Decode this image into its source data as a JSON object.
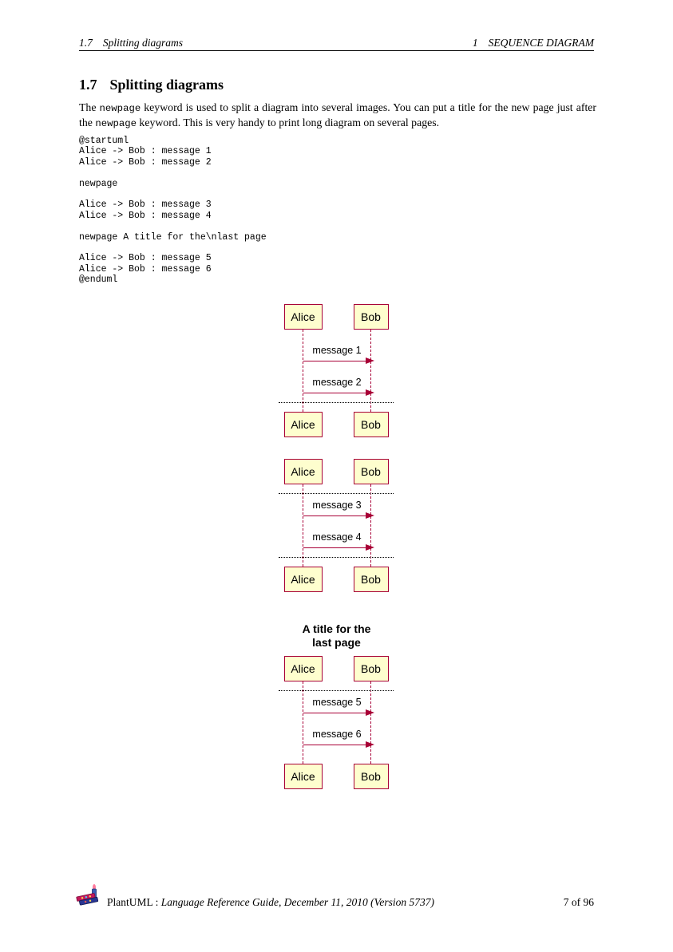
{
  "header": {
    "left_number": "1.7",
    "left_title": "Splitting diagrams",
    "right_number": "1",
    "right_title": "SEQUENCE DIAGRAM"
  },
  "section": {
    "number": "1.7",
    "title": "Splitting diagrams"
  },
  "paragraph": {
    "segments": [
      {
        "text": "The "
      },
      {
        "text": "newpage"
      },
      {
        "text": " keyword is used to split a diagram into several images. You can put a title for the new page just after the "
      },
      {
        "text": "newpage"
      },
      {
        "text": " keyword. This is very handy to print long diagram on several pages."
      }
    ]
  },
  "code_block": "@startuml\nAlice -> Bob : message 1\nAlice -> Bob : message 2\n\nnewpage\n\nAlice -> Bob : message 3\nAlice -> Bob : message 4\n\nnewpage A title for the\\nlast page\n\nAlice -> Bob : message 5\nAlice -> Bob : message 6\n@enduml",
  "diagrams": [
    {
      "actors": {
        "left": "Alice",
        "right": "Bob"
      },
      "messages": [
        "message 1",
        "message 2"
      ]
    },
    {
      "actors": {
        "left": "Alice",
        "right": "Bob"
      },
      "messages": [
        "message 3",
        "message 4"
      ]
    },
    {
      "title_lines": [
        "A title for the",
        "last page"
      ],
      "actors": {
        "left": "Alice",
        "right": "Bob"
      },
      "messages": [
        "message 5",
        "message 6"
      ]
    }
  ],
  "colors": {
    "actor_fill": "#FEFECE",
    "actor_border": "#A80036",
    "arrow": "#A80036",
    "separator": "#000000"
  },
  "footer": {
    "brand": "PlantUML",
    "separator": ":",
    "document_title": "Language Reference Guide, December 11, 2010 (Version 5737)",
    "page_indicator": "7 of 96",
    "logo_icon": "plantuml-logo"
  }
}
